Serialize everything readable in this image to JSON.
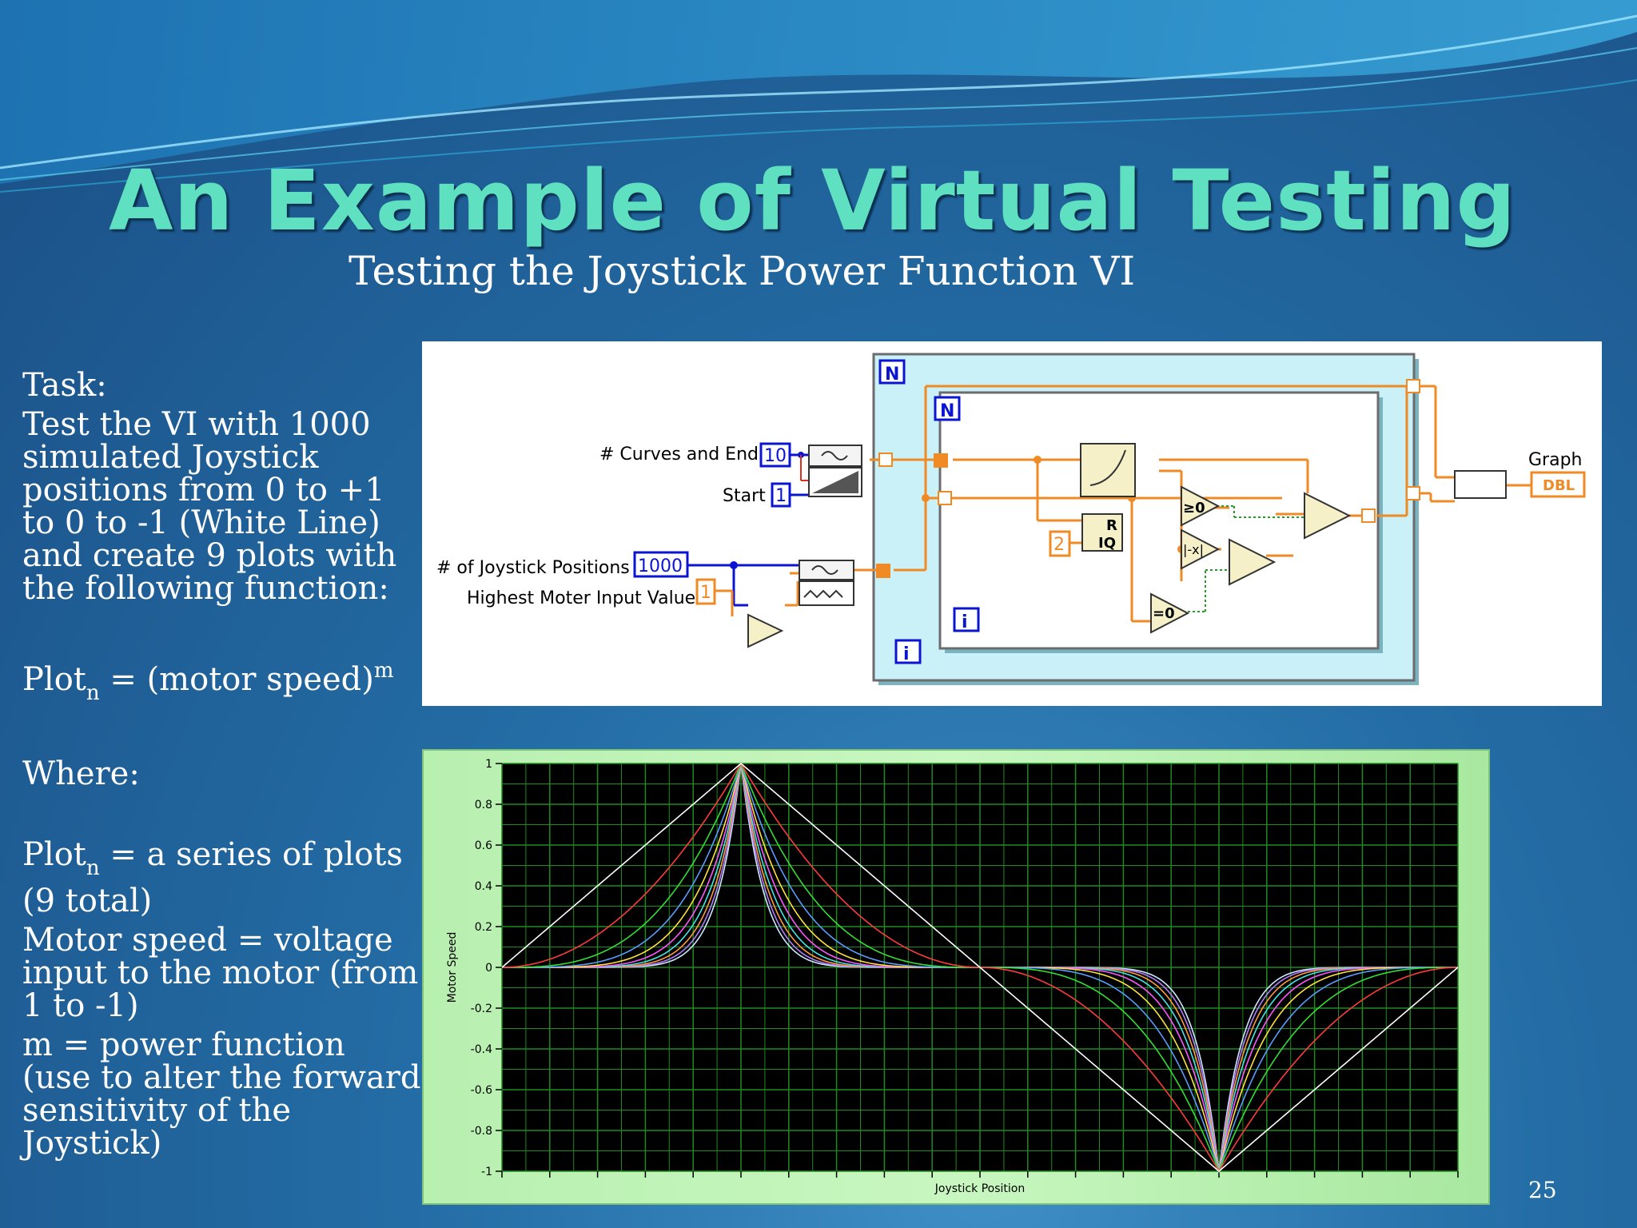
{
  "slide": {
    "title": "An Example of Virtual Testing",
    "subtitle": "Testing the Joystick Power Function VI",
    "page_number": "25",
    "accent_color": "#5fe0c0"
  },
  "text": {
    "task_label": "Task:",
    "task_body": "Test the VI with 1000 simulated Joystick positions from 0 to +1 to 0 to -1 (White Line) and create 9 plots with the following function:",
    "formula_prefix": "Plot",
    "formula_subscript": "n",
    "formula_middle": " = (motor speed)",
    "formula_superscript": "m",
    "where_label": "Where:",
    "plotn_prefix": "Plot",
    "plotn_subscript": "n",
    "plotn_rest": " = a series of plots (9 total)",
    "motor_speed_def": "Motor speed = voltage input to the motor (from 1 to -1)",
    "m_def": "m = power function (use to alter the forward sensitivity of the Joystick)"
  },
  "diagram": {
    "labels": {
      "curves_and_end": "# Curves and End",
      "start": "Start",
      "joystick_positions": "# of Joystick Positions",
      "highest_input": "Highest Moter Input Value",
      "graph": "Graph"
    },
    "constants": {
      "curves_value": "10",
      "start_value": "1",
      "positions_value": "1000",
      "highest_value": "1",
      "two": "2",
      "dbl": "DBL"
    },
    "loop_labels": {
      "n": "N",
      "i": "i",
      "quotient_r": "R",
      "quotient_iq": "IQ",
      "ge0": "≥0",
      "abs": "|-x|",
      "eq0": "=0",
      "xy": "x^y"
    },
    "colors": {
      "wire_orange": "#f08a24",
      "wire_blue": "#0a14d2",
      "loop_fill": "#c9f1f7",
      "node_fill": "#f5f0c8"
    }
  },
  "chart_data": {
    "type": "line",
    "xlabel": "Joystick Position",
    "ylabel": "Motor Speed",
    "ylim": [
      -1,
      1
    ],
    "yticks": [
      "1",
      "0.8",
      "0.6",
      "0.4",
      "0.2",
      "0",
      "-0.2",
      "-0.4",
      "-0.6",
      "-0.8",
      "-1"
    ],
    "xlim": [
      0,
      1000
    ],
    "grid": true,
    "background": "#000000",
    "grid_color": "#1f8a1f",
    "input_waveform": {
      "x": [
        0,
        250,
        500,
        750,
        1000
      ],
      "y": [
        0,
        1,
        0,
        -1,
        0
      ]
    },
    "series": [
      {
        "exponent": 1,
        "color": "#ffffff"
      },
      {
        "exponent": 2,
        "color": "#ff3b3b"
      },
      {
        "exponent": 3,
        "color": "#33dd33"
      },
      {
        "exponent": 4,
        "color": "#5a9cff"
      },
      {
        "exponent": 5,
        "color": "#ffe23b"
      },
      {
        "exponent": 6,
        "color": "#ff55ff"
      },
      {
        "exponent": 7,
        "color": "#44e5e5"
      },
      {
        "exponent": 8,
        "color": "#ff9a3b"
      },
      {
        "exponent": 9,
        "color": "#b57bff"
      },
      {
        "exponent": 10,
        "color": "#cfe8ff"
      }
    ]
  }
}
